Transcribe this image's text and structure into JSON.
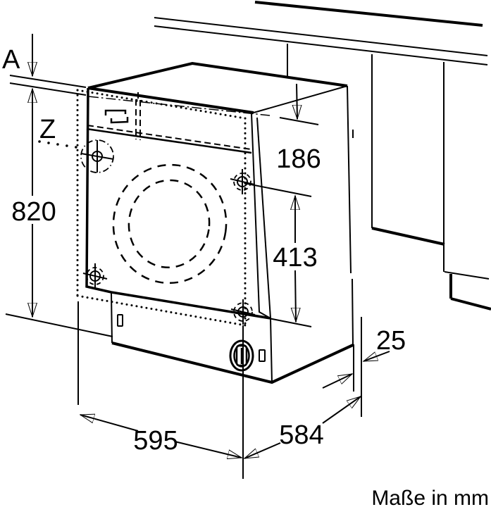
{
  "diagram": {
    "title_hidden": "",
    "unit_note": "Maße in mm",
    "labels": {
      "gap_top": "A",
      "detail_callout": "Z"
    },
    "dimensions": {
      "niche_height": "820",
      "panel_height": "186",
      "fixing_distance": "413",
      "door_thickness": "25",
      "appliance_width": "595",
      "appliance_depth": "584"
    }
  }
}
